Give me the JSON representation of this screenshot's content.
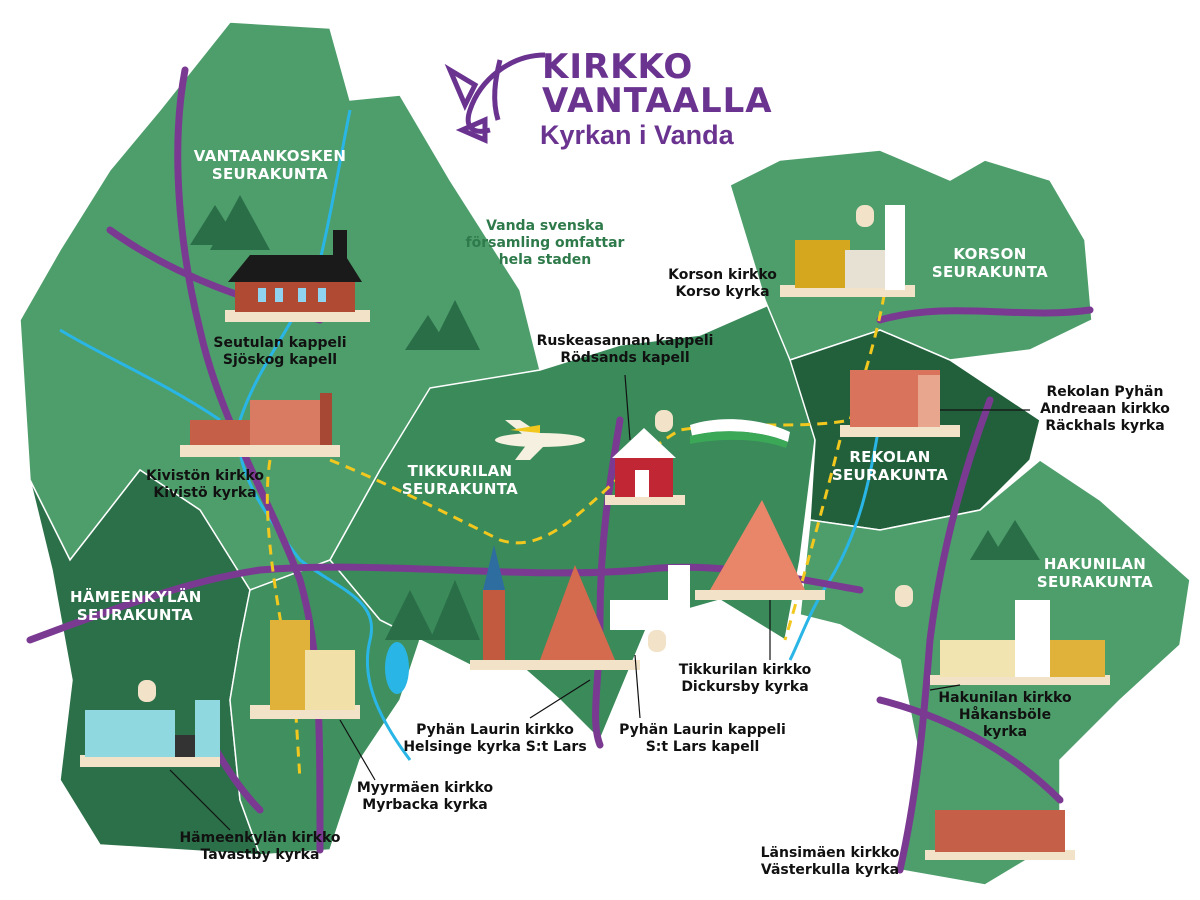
{
  "logo": {
    "line1": "KIRKKO",
    "line2": "VANTAALLA",
    "line3": "Kyrkan i Vanda"
  },
  "note": {
    "line1": "Vanda svenska",
    "line2": "församling omfattar",
    "line3": "hela staden"
  },
  "parishes": {
    "vantaankoski": {
      "line1": "VANTAANKOSKEN",
      "line2": "SEURAKUNTA"
    },
    "tikkurila": {
      "line1": "TIKKURILAN",
      "line2": "SEURAKUNTA"
    },
    "hameenkyla": {
      "line1": "HÄMEENKYLÄN",
      "line2": "SEURAKUNTA"
    },
    "korso": {
      "line1": "KORSON",
      "line2": "SEURAKUNTA"
    },
    "rekola": {
      "line1": "REKOLAN",
      "line2": "SEURAKUNTA"
    },
    "hakunila": {
      "line1": "HAKUNILAN",
      "line2": "SEURAKUNTA"
    }
  },
  "churches": {
    "seutula": {
      "fi": "Seutulan kappeli",
      "sv": "Sjöskog kapell"
    },
    "kivisto": {
      "fi": "Kivistön kirkko",
      "sv": "Kivistö kyrka"
    },
    "ruskeasanta": {
      "fi": "Ruskeasannan kappeli",
      "sv": "Rödsands kapell"
    },
    "korso": {
      "fi": "Korson kirkko",
      "sv": "Korso kyrka"
    },
    "rekola": {
      "fi1": "Rekolan Pyhän",
      "fi2": "Andreaan kirkko",
      "sv": "Räckhals kyrka"
    },
    "tikkurila": {
      "fi": "Tikkurilan kirkko",
      "sv": "Dickursby kyrka"
    },
    "pyhanlauri": {
      "fi": "Pyhän Laurin kirkko",
      "sv": "Helsinge kyrka S:t Lars"
    },
    "pyhanlauri_kappeli": {
      "fi": "Pyhän Laurin kappeli",
      "sv": "S:t Lars kapell"
    },
    "myyrmaki": {
      "fi": "Myyrmäen kirkko",
      "sv": "Myrbacka kyrka"
    },
    "hameenkyla": {
      "fi": "Hämeenkylän kirkko",
      "sv": "Tavastby kyrka"
    },
    "hakunila": {
      "fi": "Hakunilan kirkko",
      "sv1": "Håkansböle",
      "sv2": "kyrka"
    },
    "lansimaki": {
      "fi": "Länsimäen kirkko",
      "sv": "Västerkulla kyrka"
    }
  },
  "colors": {
    "light": "#4e9e6c",
    "mid": "#3a8a5a",
    "dark": "#2c7049",
    "darkest": "#22603c",
    "road": "#7a3a92",
    "water": "#29b6e6",
    "rail": "#f2c81e",
    "brand": "#6a3390"
  }
}
